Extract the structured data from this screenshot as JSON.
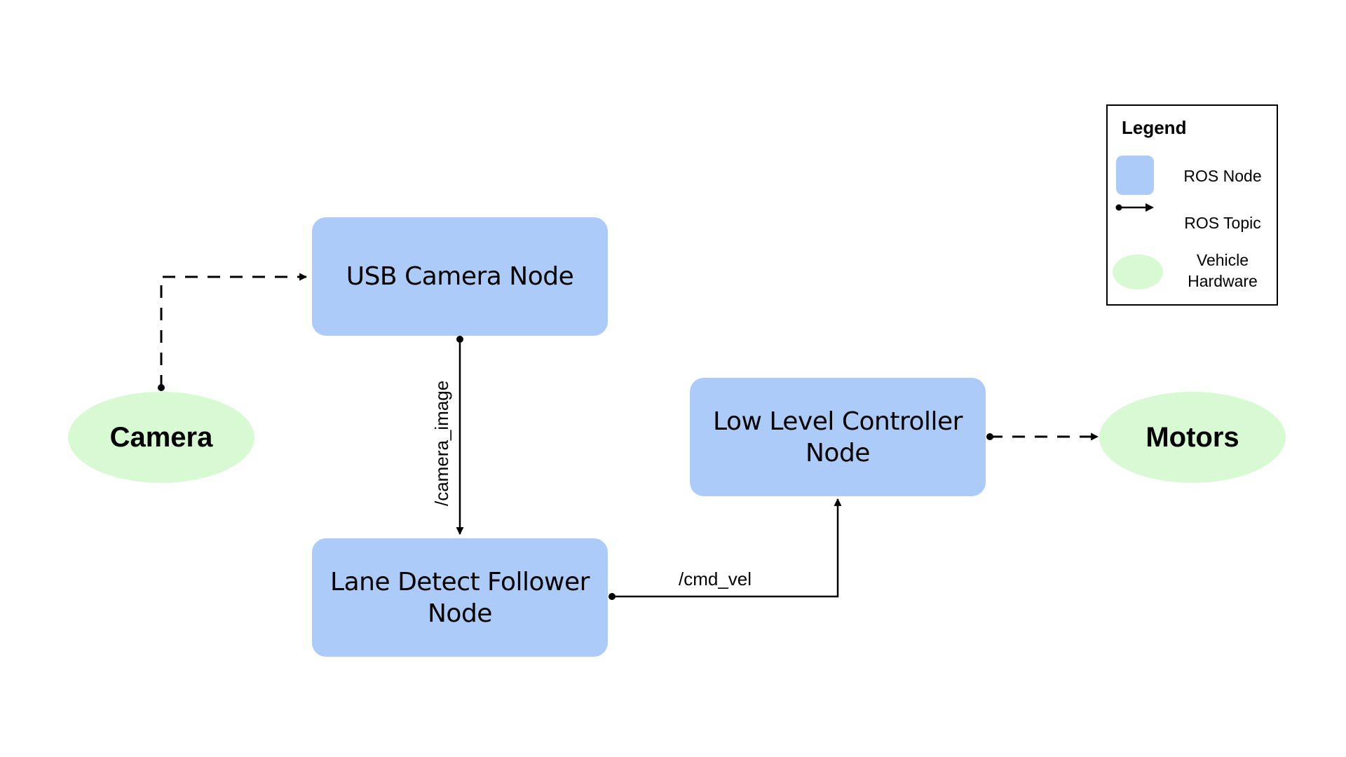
{
  "colors": {
    "ros_node": "#adcbf8",
    "vehicle_hardware": "#d7fad2",
    "edge": "#000000"
  },
  "nodes": {
    "usb_camera": {
      "label": "USB Camera Node"
    },
    "lane_detect": {
      "label": "Lane Detect Follower\nNode"
    },
    "low_level": {
      "label": "Low Level Controller\nNode"
    }
  },
  "hardware": {
    "camera": {
      "label": "Camera"
    },
    "motors": {
      "label": "Motors"
    }
  },
  "topics": {
    "camera_image": "/camera_image",
    "cmd_vel": "/cmd_vel"
  },
  "legend": {
    "title": "Legend",
    "ros_node": "ROS Node",
    "ros_topic": "ROS Topic",
    "vehicle_hardware": "Vehicle\nHardware"
  }
}
